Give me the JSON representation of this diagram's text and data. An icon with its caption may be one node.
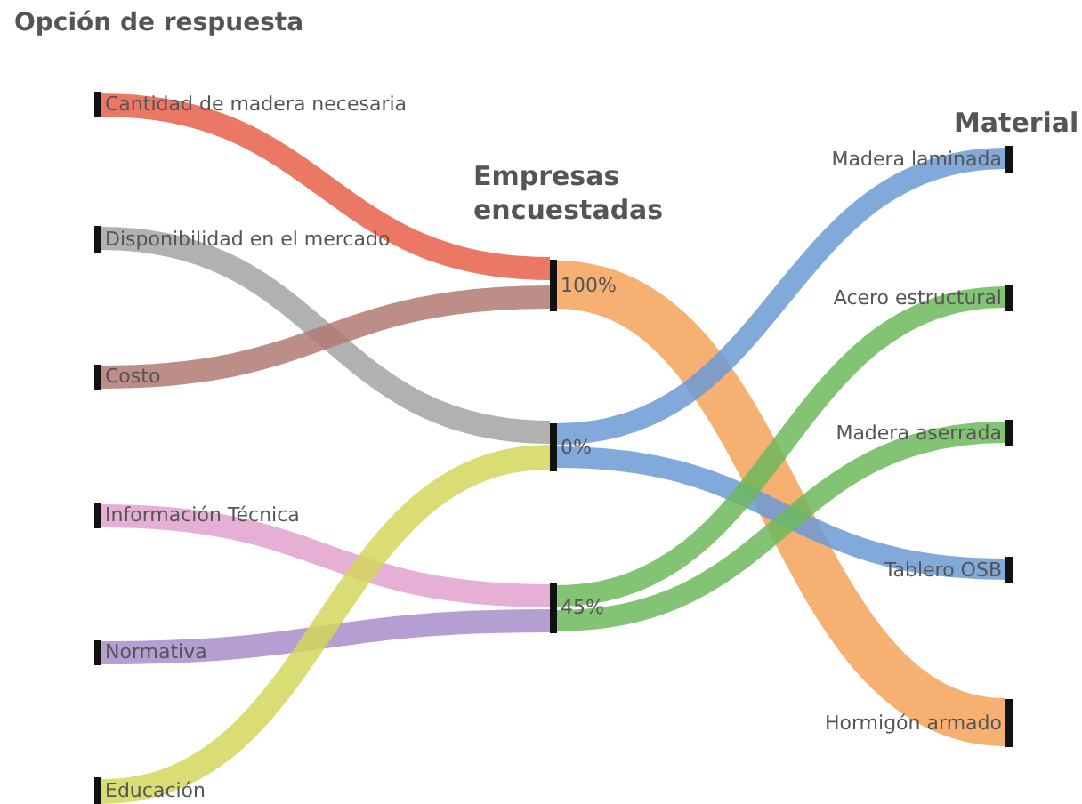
{
  "diagram": {
    "title": "Opción de respuesta",
    "nodes": [
      {
        "text": [
          "Cantidad de madera necesaria"
        ]
      },
      {
        "text": [
          "Disponibilidad en el mercado"
        ]
      },
      {
        "text": [
          "Costo"
        ]
      },
      {
        "text": [
          "Información Técnica"
        ]
      },
      {
        "text": [
          "Normativa"
        ]
      },
      {
        "text": [
          "Educación"
        ]
      },
      {
        "text": [
          "100%"
        ]
      },
      {
        "text": [
          "0%"
        ]
      },
      {
        "text": [
          "45%"
        ]
      },
      {
        "text": [
          "Madera laminada"
        ]
      },
      {
        "text": [
          "Acero estructural"
        ]
      },
      {
        "text": [
          "Madera aserrada"
        ]
      },
      {
        "text": [
          "Tablero OSB"
        ]
      },
      {
        "text": [
          "Hormigón armado"
        ]
      }
    ],
    "edges": [
      {
        "from": 0,
        "to": 6,
        "arrow": "none",
        "color": "#e8604a"
      },
      {
        "from": 1,
        "to": 7,
        "arrow": "none",
        "color": "#a3a3a3"
      },
      {
        "from": 2,
        "to": 6,
        "arrow": "none",
        "color": "#b07a72"
      },
      {
        "from": 3,
        "to": 8,
        "arrow": "none",
        "color": "#e2a2cf"
      },
      {
        "from": 4,
        "to": 8,
        "arrow": "none",
        "color": "#a78dca"
      },
      {
        "from": 5,
        "to": 7,
        "arrow": "none",
        "color": "#d4d65c"
      },
      {
        "from": 6,
        "to": 13,
        "arrow": "none",
        "style": "thick",
        "color": "#f5a258"
      },
      {
        "from": 7,
        "to": 9,
        "arrow": "none",
        "color": "#6b9bd4"
      },
      {
        "from": 7,
        "to": 12,
        "arrow": "none",
        "color": "#6b9bd4"
      },
      {
        "from": 8,
        "to": 10,
        "arrow": "none",
        "color": "#6cba5c"
      },
      {
        "from": 8,
        "to": 11,
        "arrow": "none",
        "color": "#6cba5c"
      }
    ],
    "labels": [
      "Empresas encuestadas",
      "Material"
    ]
  }
}
